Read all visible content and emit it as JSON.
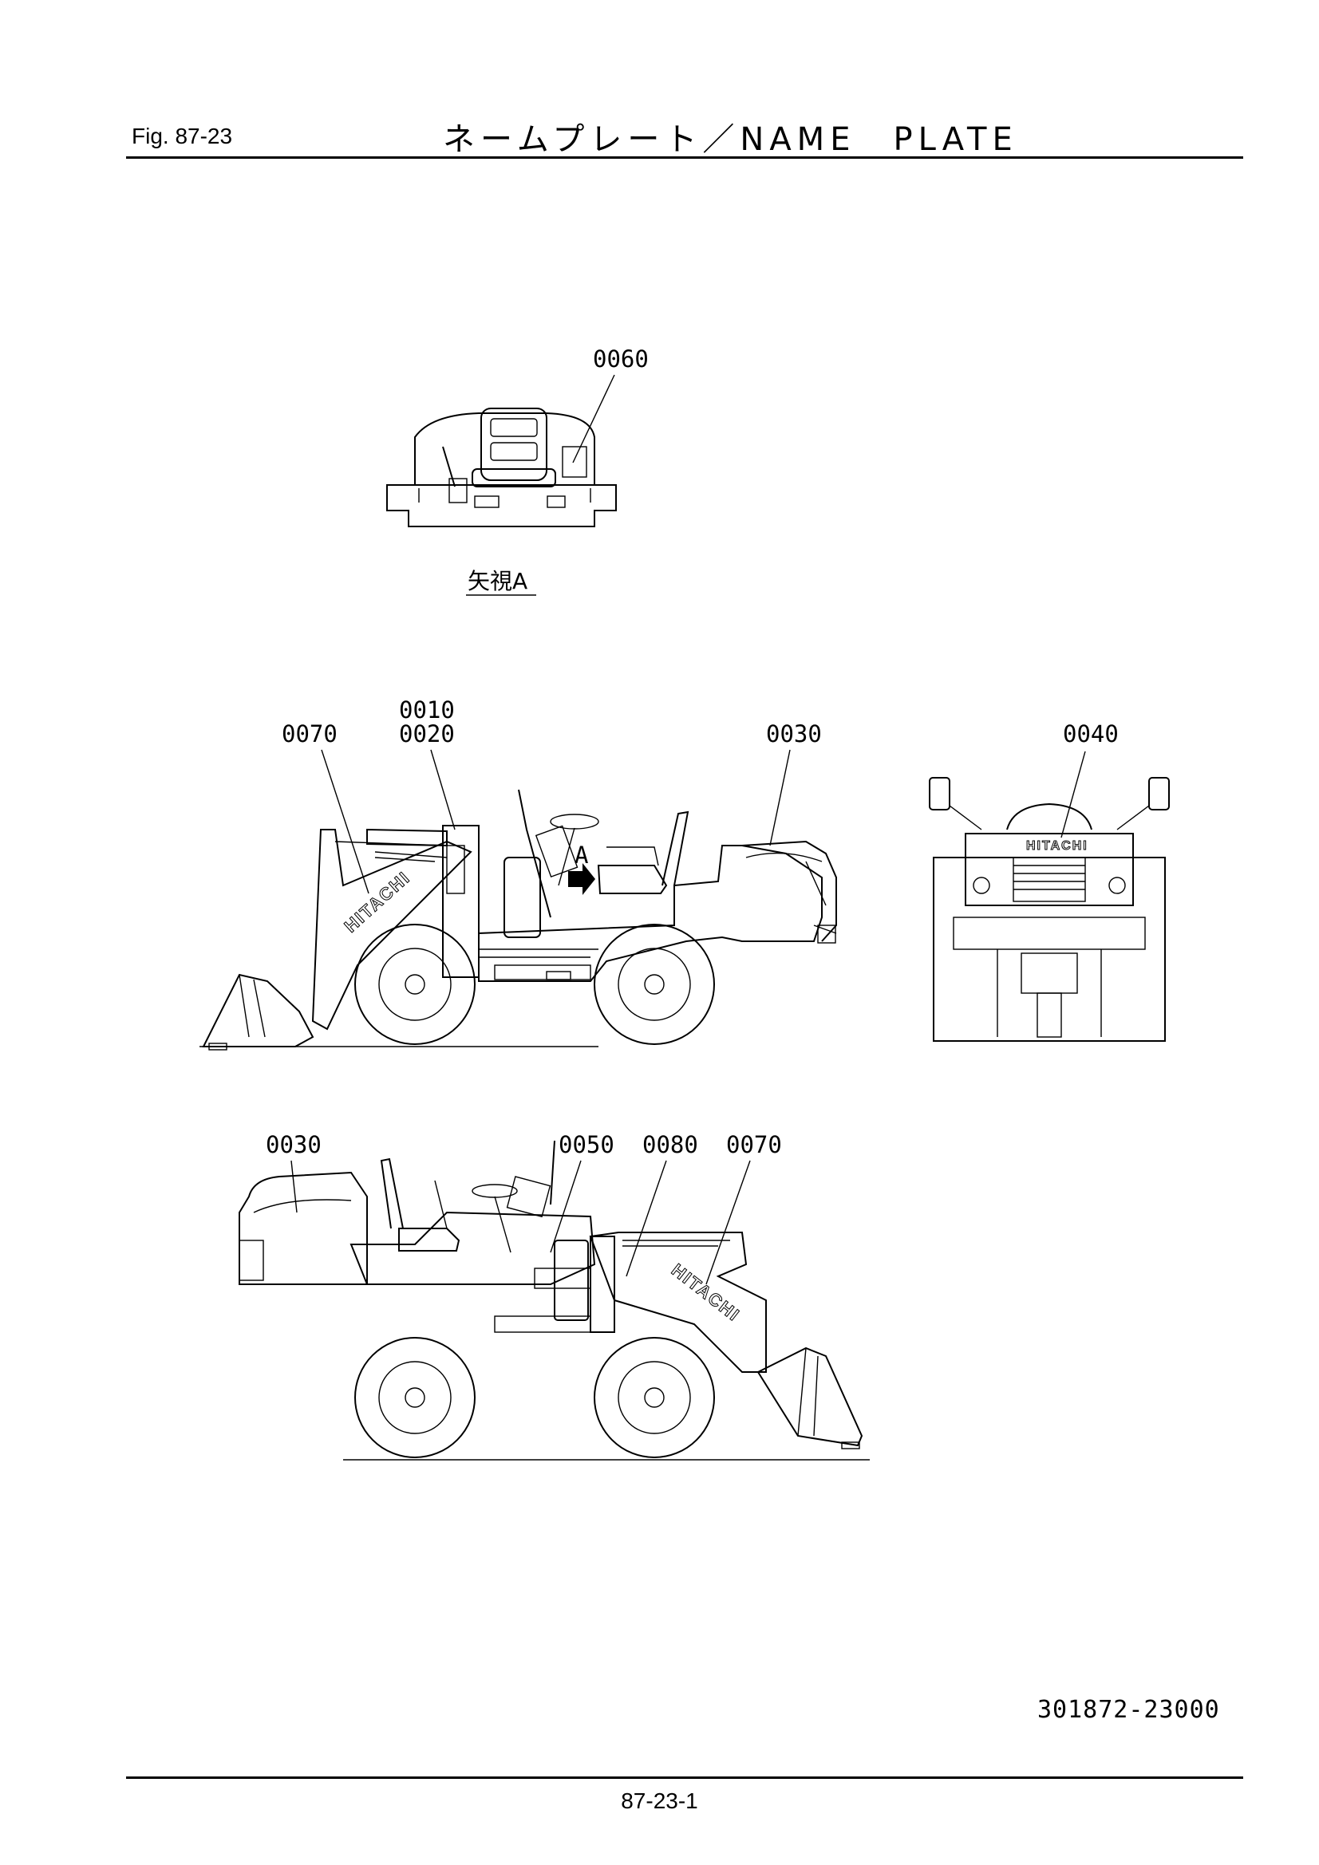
{
  "header": {
    "figure": "Fig.  87-23",
    "title": "ネームプレート／NAME　PLATE"
  },
  "labels": {
    "view_a": "0060",
    "view_a_caption": "矢視A",
    "side_right": [
      "0070",
      "0010",
      "0020",
      "0030"
    ],
    "arrow_a": "A",
    "rear": "0040",
    "side_left": [
      "0030",
      "0050",
      "0080",
      "0070"
    ]
  },
  "plate_text": "HITACHI",
  "footer": {
    "doc_number": "301872-23000",
    "page": "87-23-1"
  }
}
